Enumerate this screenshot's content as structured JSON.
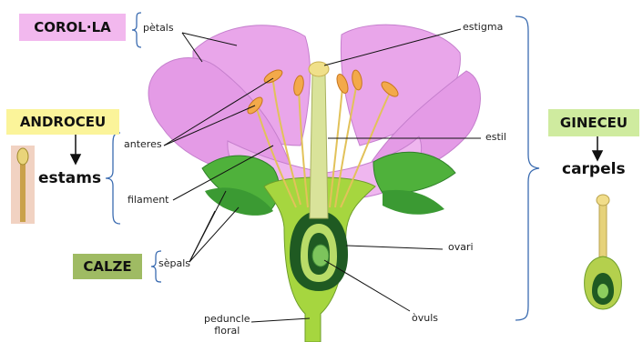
{
  "groups": {
    "corolla": "COROL·LA",
    "androecium": "ANDROCEU",
    "stamens": "estams",
    "calyx": "CALZE",
    "gynoecium": "GINECEU",
    "carpels": "carpels"
  },
  "parts": {
    "petals": "pètals",
    "anthers": "anteres",
    "filament": "filament",
    "sepals": "sèpals",
    "peduncle_line1": "peduncle",
    "peduncle_line2": "floral",
    "stigma": "estigma",
    "style": "estil",
    "ovary": "ovari",
    "ovules": "òvuls"
  },
  "colors": {
    "corolla_box": "#f2b8ee",
    "androecium_box": "#fbf49a",
    "calyx_box": "#9fbb63",
    "gynoecium_box": "#cfeb9f",
    "petal": "#e49be6",
    "sepal": "#4fb13b",
    "receptacle": "#a6d63f",
    "ovary_dark": "#1f5a22",
    "bracket": "#3a6bb0"
  }
}
